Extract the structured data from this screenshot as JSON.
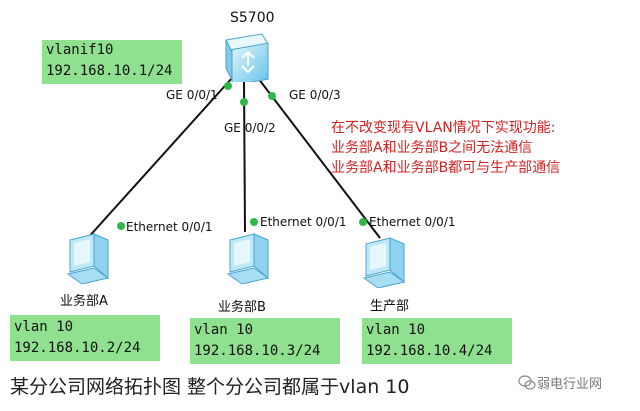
{
  "switch": {
    "name": "S5700",
    "icon": "switch-icon"
  },
  "vlanif_box": {
    "line1": "vlanif10",
    "line2": "192.168.10.1/24"
  },
  "uplink_ports": [
    "GE 0/0/1",
    "GE 0/0/2",
    "GE 0/0/3"
  ],
  "pc_ports": [
    "Ethernet 0/0/1",
    "Ethernet 0/0/1",
    "Ethernet 0/0/1"
  ],
  "pcs": [
    {
      "name": "业务部A",
      "vlan": "vlan 10",
      "ip": "192.168.10.2/24",
      "icon": "pc-icon"
    },
    {
      "name": "业务部B",
      "vlan": "vlan 10",
      "ip": "192.168.10.3/24",
      "icon": "pc-icon"
    },
    {
      "name": "生产部",
      "vlan": "vlan 10",
      "ip": "192.168.10.4/24",
      "icon": "pc-icon"
    }
  ],
  "note": {
    "line1": "在不改变现有VLAN情况下实现功能:",
    "line2": "业务部A和业务部B之间无法通信",
    "line3": "业务部A和业务部B都可与生产部通信"
  },
  "caption": "某分公司网络拓扑图 整个分公司都属于vlan 10",
  "watermark": "弱电行业网",
  "colors": {
    "box_green": "#8fe08f",
    "note_red": "#d32222",
    "link_dot": "#2fb84a",
    "device_blue": "#8fd3f0"
  }
}
